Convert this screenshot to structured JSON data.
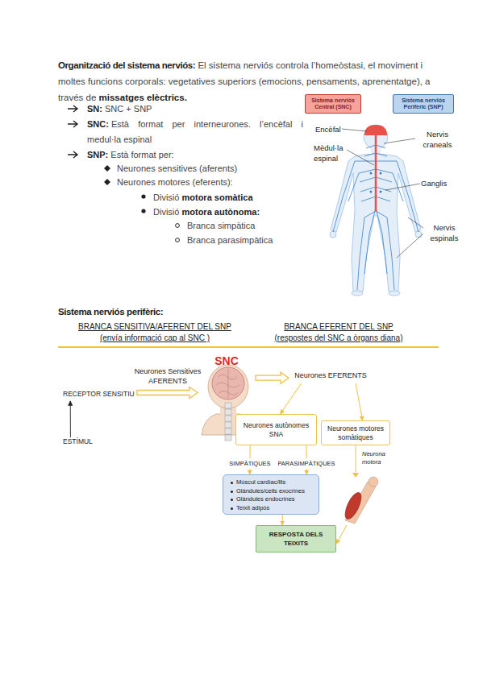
{
  "diagram": {
    "nodes": [
      {
        "text": [
          "RECEPTOR SENSITIU"
        ]
      },
      {
        "text": [
          "ESTÍMUL"
        ]
      },
      {
        "text": [
          "SNC"
        ]
      },
      {
        "text": [
          "Neurones EFERENTS"
        ]
      },
      {
        "text": [
          "Neurones autònomes SNA"
        ]
      },
      {
        "text": [
          "Neurones motores somàtiques"
        ]
      },
      {
        "text": [
          "Múscul cardíac/llis",
          "Glàndules/cells exocrines",
          "Glàndules endocrines",
          "Teixit adipós"
        ]
      },
      {
        "text": [
          "RESPOSTA DELS TEIXITS"
        ]
      }
    ],
    "edges": [
      {
        "from": 1,
        "to": 0,
        "arrow": "to"
      },
      {
        "from": 0,
        "to": 2,
        "label": "Neurones Sensitives AFERENTS",
        "arrow": "to"
      },
      {
        "from": 2,
        "to": 3,
        "arrow": "to"
      },
      {
        "from": 3,
        "to": 4,
        "arrow": "to"
      },
      {
        "from": 3,
        "to": 5,
        "arrow": "to"
      },
      {
        "from": 4,
        "to": 6,
        "label": "SIMPÀTIQUES",
        "arrow": "to"
      },
      {
        "from": 4,
        "to": 6,
        "label": "PARASIMPÀTIQUES",
        "arrow": "to"
      },
      {
        "from": 6,
        "to": 7,
        "arrow": "to"
      },
      {
        "from": 5,
        "to": 7,
        "label": "Neurona motora",
        "arrow": "to"
      }
    ],
    "labels": [
      "Organització del sistema nerviós:",
      "El sistema nerviós controla l’homeòstasi, el moviment i moltes funcions corporals: vegetatives superiors (emocions, pensaments, aprenentatge), a través de",
      "missatges elèctrics.",
      "SN:",
      "SNC + SNP",
      "SNC:",
      "Està format per interneurones. l’encèfal i medul·la espinal",
      "SNP:",
      "Està format per:",
      "Neurones sensitives (aferents)",
      "Neurones motores (eferents):",
      "Divisió",
      "motora somàtica",
      "Divisió",
      "motora autònoma:",
      "Branca simpàtica",
      "Branca parasimpàtica",
      "Encèfal",
      "Nervis craneals",
      "Mèdul·la espinal",
      "Ganglis",
      "Nervis espinals",
      "Sistema nerviós perifèric:",
      "BRANCA SENSITIVA/AFERENT DEL SNP",
      "(envía informació cap al SNC )",
      "BRANCA EFERENT DEL SNP",
      "(respostes del SNC a òrgans diana)"
    ],
    "legend": [
      {
        "text": "Sistema nerviós Central (SNC)",
        "color": "#f6a39b"
      },
      {
        "text": "Sistema nerviós Perifèric (SNP)",
        "color": "#bcd5ef"
      }
    ]
  }
}
